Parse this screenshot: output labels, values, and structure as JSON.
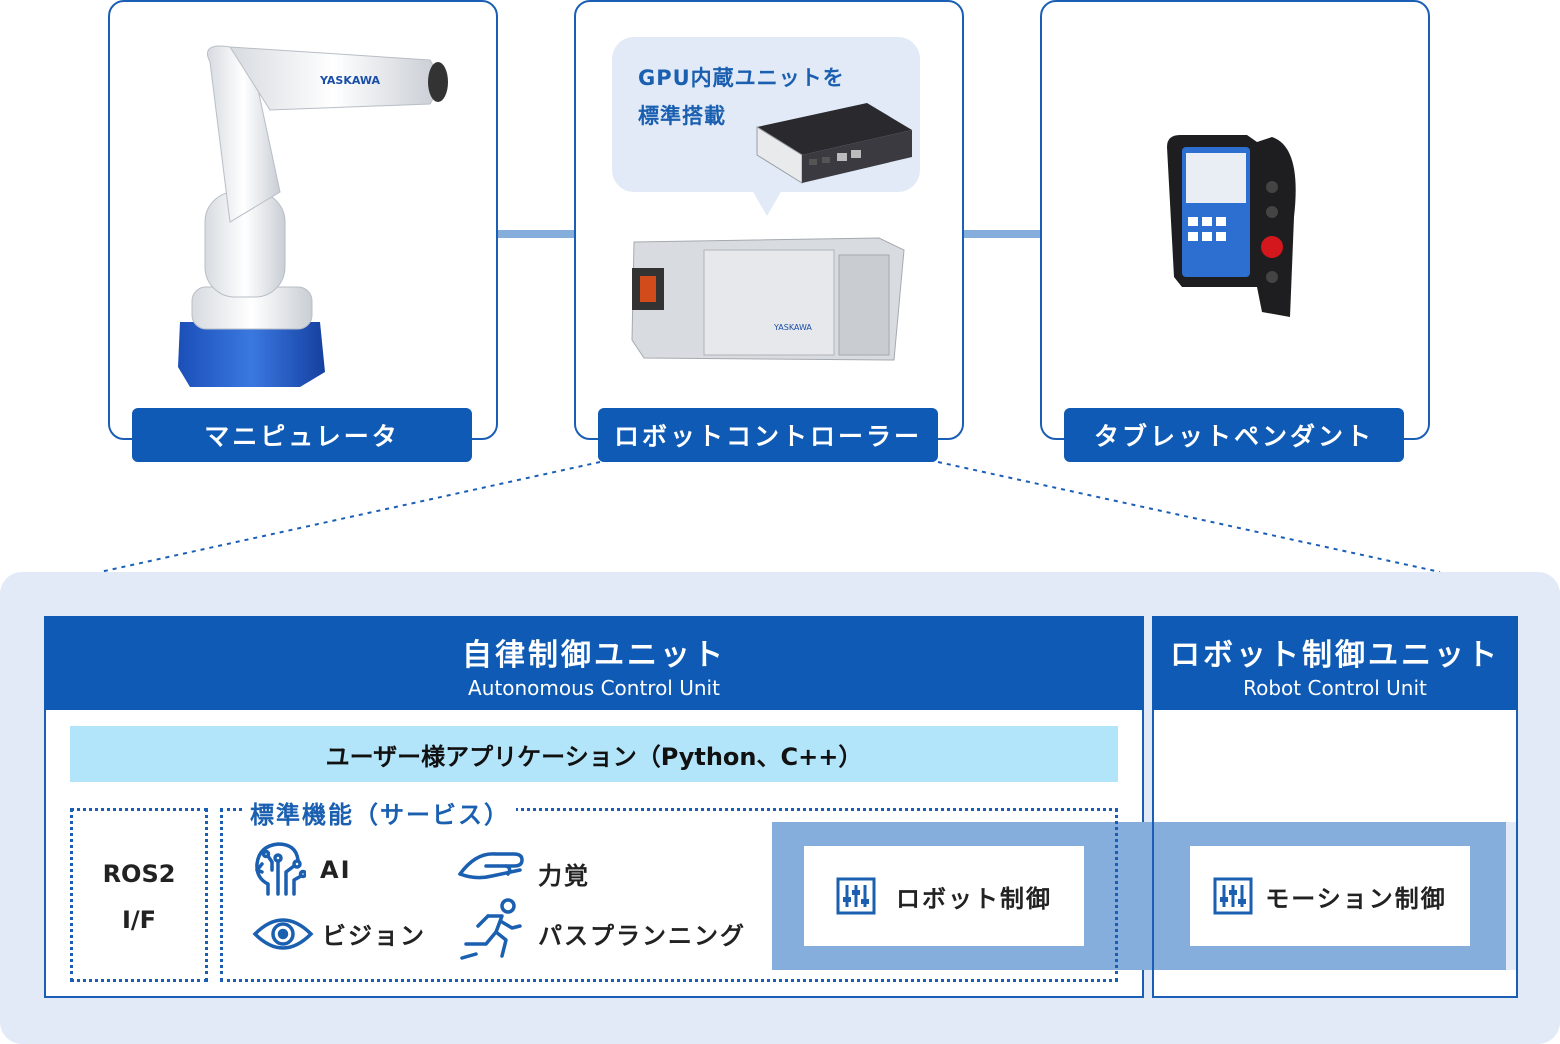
{
  "colors": {
    "primary": "#0e5ab4",
    "border": "#1b5eb5",
    "connector": "#86aedc",
    "panel_bg": "#e1eaf6",
    "app_bar": "#b3e5fa",
    "highlight": "#86aedc"
  },
  "devices": {
    "manipulator": {
      "label": "マニピュレータ",
      "image_text": "YASKAWA"
    },
    "controller": {
      "label": "ロボットコントローラー",
      "callout_line1": "GPU内蔵ユニットを",
      "callout_line2": "標準搭載",
      "image_text": "YASKAWA"
    },
    "pendant": {
      "label": "タブレットペンダント"
    }
  },
  "autonomous_unit": {
    "title": "自律制御ユニット",
    "subtitle": "Autonomous Control Unit",
    "app_bar": "ユーザー様アプリケーション（Python、C++）",
    "ros_line1": "ROS2",
    "ros_line2": "I/F",
    "services_title": "標準機能（サービス）",
    "services": {
      "ai": {
        "label": "AI",
        "icon": "ai-head-icon"
      },
      "force": {
        "label": "力覚",
        "icon": "hand-icon"
      },
      "vision": {
        "label": "ビジョン",
        "icon": "eye-icon"
      },
      "path": {
        "label": "パスプランニング",
        "icon": "running-person-icon"
      }
    },
    "robot_control": {
      "label": "ロボット制御",
      "icon": "sliders-icon"
    }
  },
  "robot_unit": {
    "title": "ロボット制御ユニット",
    "subtitle": "Robot Control Unit",
    "motion_control": {
      "label": "モーション制御",
      "icon": "sliders-icon"
    }
  }
}
